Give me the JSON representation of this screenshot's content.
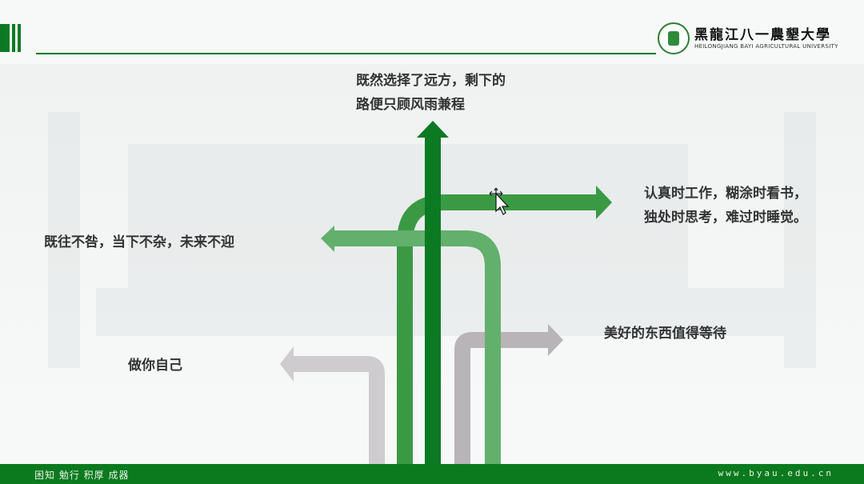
{
  "header": {
    "logo_cn": "黑龍江八一農墾大學",
    "logo_en": "HEILONGJIANG BAYI AGRICULTURAL UNIVERSITY"
  },
  "slide": {
    "quote_up": [
      "既然选择了远方，剩下的",
      "路便只顾风雨兼程"
    ],
    "quote_right": [
      "认真时工作，糊涂时看书，",
      "独处时思考，难过时睡觉。"
    ],
    "quote_left": "既往不咎，当下不杂，未来不迎",
    "quote_right_low": "美好的东西值得等待",
    "quote_left_low": "做你自己"
  },
  "colors": {
    "dark_green": "#0b7a23",
    "mid_green": "#3a9a44",
    "light_green": "#62b06c",
    "gray": "#b9b4b8",
    "light_gray": "#cfcccf"
  },
  "footer": {
    "motto": "困知 勉行 积厚 成器",
    "url": "www.byau.edu.cn"
  }
}
